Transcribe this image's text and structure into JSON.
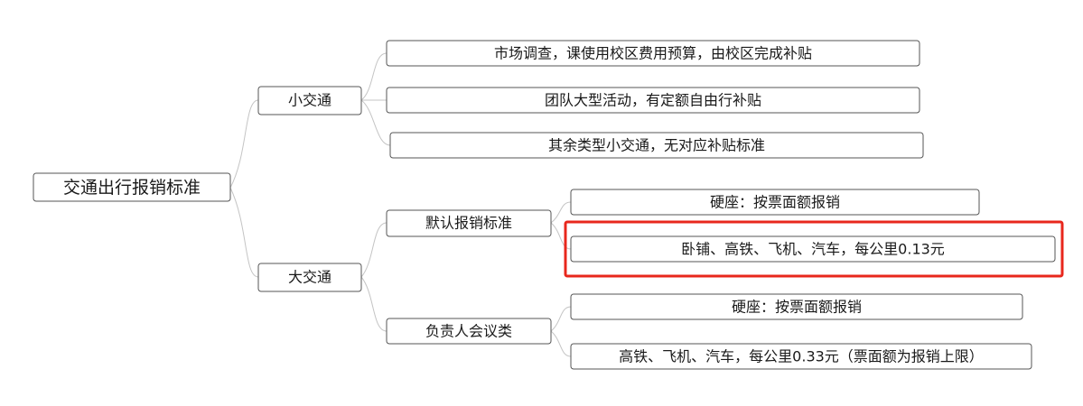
{
  "root": {
    "label": "交通出行报销标准"
  },
  "branches": [
    {
      "label": "小交通",
      "items": [
        {
          "label": "市场调查，课使用校区费用预算，由校区完成补贴"
        },
        {
          "label": "团队大型活动，有定额自由行补贴"
        },
        {
          "label": "其余类型小交通，无对应补贴标准"
        }
      ]
    },
    {
      "label": "大交通",
      "groups": [
        {
          "label": "默认报销标准",
          "items": [
            {
              "label": "硬座：按票面额报销"
            },
            {
              "label": "卧铺、高铁、飞机、汽车，每公里0.13元",
              "highlighted": true
            }
          ]
        },
        {
          "label": "负责人会议类",
          "items": [
            {
              "label": "硬座：按票面额报销"
            },
            {
              "label": "高铁、飞机、汽车，每公里0.33元（票面额为报销上限）"
            }
          ]
        }
      ]
    }
  ],
  "colors": {
    "highlight": "#e8271c",
    "border": "#555555",
    "connector": "#c4c4c4"
  }
}
